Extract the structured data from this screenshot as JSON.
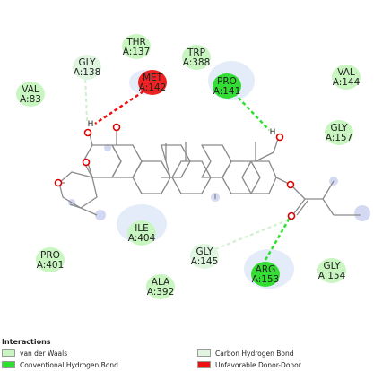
{
  "residues": [
    {
      "name": "THR",
      "chain": "A:137",
      "type": "vdw"
    },
    {
      "name": "GLY",
      "chain": "A:138",
      "type": "ch"
    },
    {
      "name": "TRP",
      "chain": "A:388",
      "type": "vdw"
    },
    {
      "name": "MET",
      "chain": "A:142",
      "type": "unfav"
    },
    {
      "name": "PRO",
      "chain": "A:141",
      "type": "hbond"
    },
    {
      "name": "VAL",
      "chain": "A:83",
      "type": "vdw"
    },
    {
      "name": "VAL",
      "chain": "A:144",
      "type": "vdw"
    },
    {
      "name": "GLY",
      "chain": "A:157",
      "type": "vdw"
    },
    {
      "name": "ILE",
      "chain": "A:404",
      "type": "vdw"
    },
    {
      "name": "GLY",
      "chain": "A:145",
      "type": "ch"
    },
    {
      "name": "PRO",
      "chain": "A:401",
      "type": "vdw"
    },
    {
      "name": "ARG",
      "chain": "A:153",
      "type": "hbond"
    },
    {
      "name": "GLY",
      "chain": "A:154",
      "type": "vdw"
    },
    {
      "name": "ALA",
      "chain": "A:392",
      "type": "vdw"
    }
  ],
  "atom_labels": {
    "hydrogen": "H"
  },
  "legend": {
    "title": "Interactions",
    "items": [
      {
        "label": "van der Waals",
        "color": "#c8f5c0"
      },
      {
        "label": "Conventional Hydrogen Bond",
        "color": "#2ee02e"
      },
      {
        "label": "Carbon Hydrogen Bond",
        "color": "#dff5df"
      },
      {
        "label": "Unfavorable Donor-Donor",
        "color": "#ee1111"
      }
    ]
  },
  "colors": {
    "vdw": "#c8f5c0",
    "ch": "#dff5df",
    "hbond": "#33dd33",
    "unfav": "#ee2222",
    "oxygen": "#dd0000",
    "bond": "#888888"
  }
}
